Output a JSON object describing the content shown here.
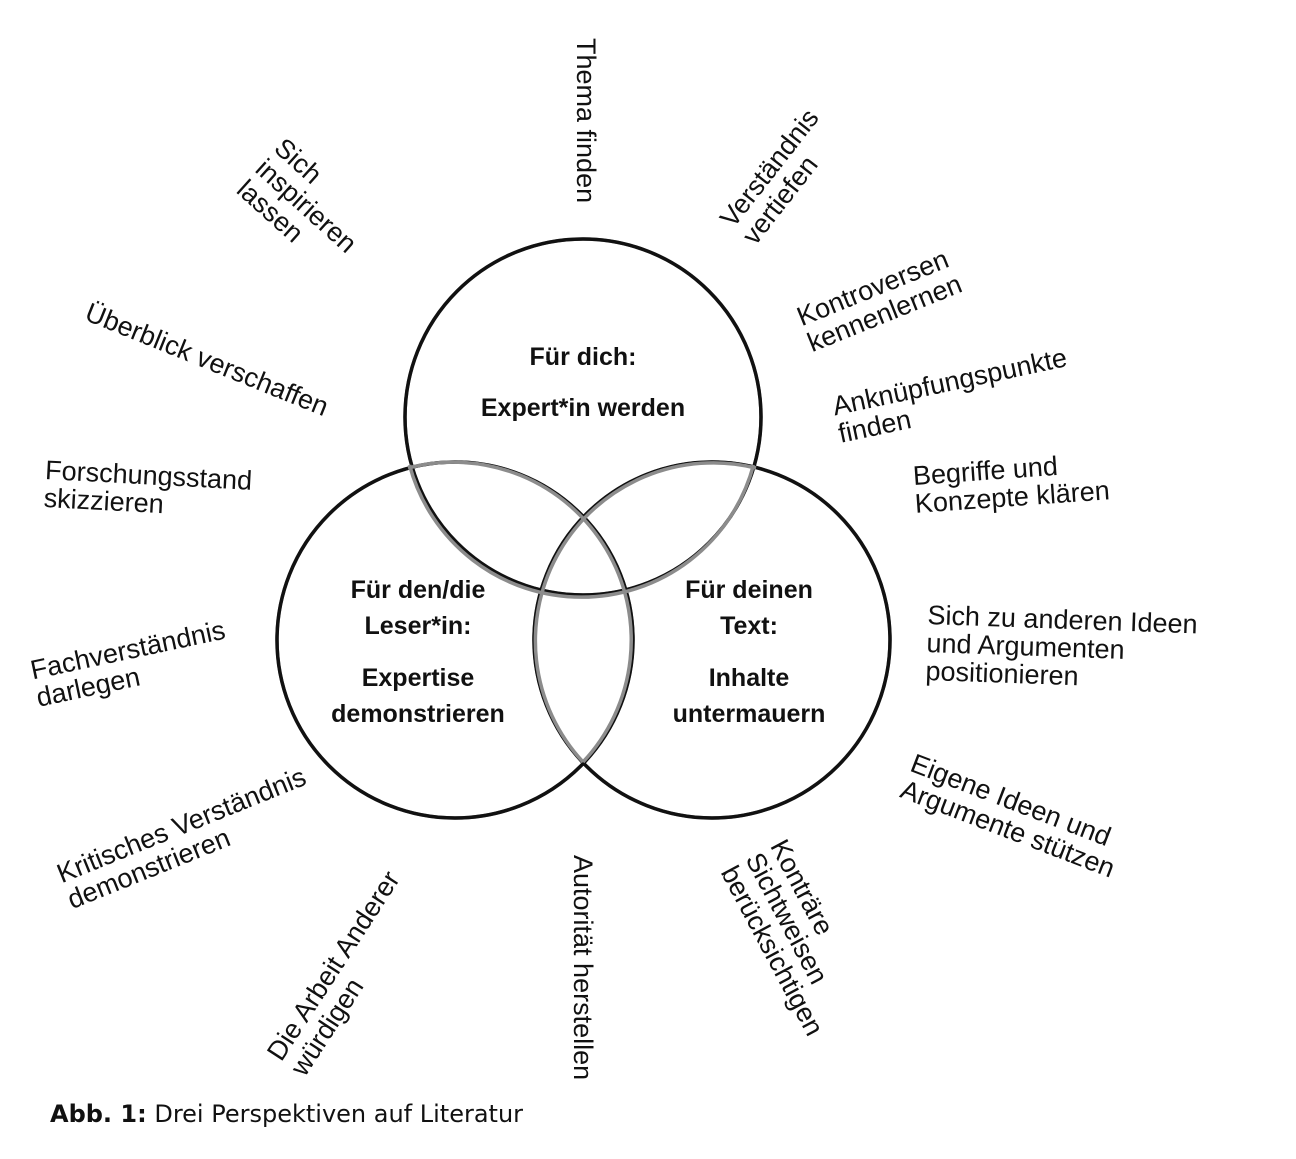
{
  "circles": {
    "top": {
      "line1": "Für dich:",
      "line2": "Expert*in werden"
    },
    "left": {
      "line1": "Für den/die",
      "line2": "Leser*in:",
      "line3": "Expertise",
      "line4": "demonstrieren"
    },
    "right": {
      "line1": "Für deinen",
      "line2": "Text:",
      "line3": "Inhalte",
      "line4": "untermauern"
    }
  },
  "labels": {
    "thema_finden": "Thema finden",
    "verstaendnis_vertiefen": "Verständnis\nvertiefen",
    "sich_inspirieren_lassen": "Sich\ninspirieren\nlassen",
    "kontroversen_kennenlernen": "Kontroversen\nkennenlernen",
    "ueberblick_verschaffen": "Überblick verschaffen",
    "anknuepfungspunkte_finden": "Anknüpfungspunkte\nfinden",
    "forschungsstand_skizzieren": "Forschungsstand\nskizzieren",
    "begriffe_konzepte_klaeren": "Begriffe und\nKonzepte klären",
    "fachverstaendnis_darlegen": "Fachverständnis\ndarlegen",
    "sich_positionieren": "Sich zu anderen Ideen\nund Argumenten\npositionieren",
    "kritisches_verstaendnis": "Kritisches Verständnis\ndemonstrieren",
    "eigene_ideen_stuetzen": "Eigene Ideen und\nArgumente stützen",
    "arbeit_anderer_wuerdigen": "Die Arbeit Anderer\nwürdigen",
    "autoritaet_herstellen": "Autorität herstellen",
    "kontraere_sichtweisen": "Konträre\nSichtweisen\nberücksichtigen"
  },
  "caption": {
    "prefix": "Abb. 1:",
    "text": " Drei Perspektiven auf Literatur"
  }
}
